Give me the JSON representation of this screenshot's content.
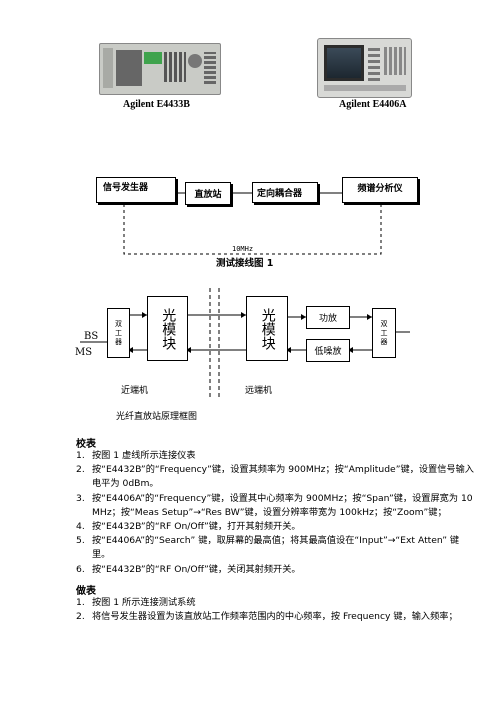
{
  "instruments": {
    "left_caption": "Agilent E4433B",
    "right_caption": "Agilent E4406A"
  },
  "test_diagram": {
    "blocks": {
      "signal_generator": "信号发生器",
      "repeater": "直放站",
      "coupler": "定向耦合器",
      "spectrum_analyzer": "频谱分析仪"
    },
    "ref_label": "10MHz",
    "caption": "测试接线图 1"
  },
  "fiber_diagram": {
    "bs_label": "BS",
    "ms_label": "MS",
    "duplexer_left": "双工器",
    "optical_module_left": "光模块",
    "optical_module_right": "光模块",
    "power_amp": "功放",
    "lna": "低噪放",
    "duplexer_right": "双工器",
    "near_end": "近端机",
    "far_end": "远端机",
    "caption": "光纤直放站原理框图"
  },
  "calibration": {
    "heading": "校表",
    "steps": [
      {
        "n": "1.",
        "text": "按图 1 虚线所示连接仪表"
      },
      {
        "n": "2.",
        "text": "按“E4432B”的“Frequency”键，设置其频率为 900MHz；按“Amplitude”键，设置信号输入电平为 0dBm。"
      },
      {
        "n": "3.",
        "text": "按“E4406A”的“Frequency”键，设置其中心频率为 900MHz；按“Span”键，设置屏宽为 10 MHz；按“Meas Setup”→“Res BW”键，设置分辨率带宽为 100kHz；按“Zoom”键；"
      },
      {
        "n": "4.",
        "text": "按“E4432B”的“RF On/Off”键，打开其射频开关。"
      },
      {
        "n": "5.",
        "text": "按“E4406A”的“Search” 键，取屏幕的最高值；将其最高值设在“Input”→“Ext Atten” 键里。"
      },
      {
        "n": "6.",
        "text": "按“E4432B”的“RF On/Off”键，关闭其射频开关。"
      }
    ]
  },
  "measurement": {
    "heading": "做表",
    "steps": [
      {
        "n": "1.",
        "text": "按图 1 所示连接测试系统"
      },
      {
        "n": "2.",
        "text": "将信号发生器设置为该直放站工作频率范围内的中心频率，按 Frequency 键，输入频率；"
      }
    ]
  }
}
